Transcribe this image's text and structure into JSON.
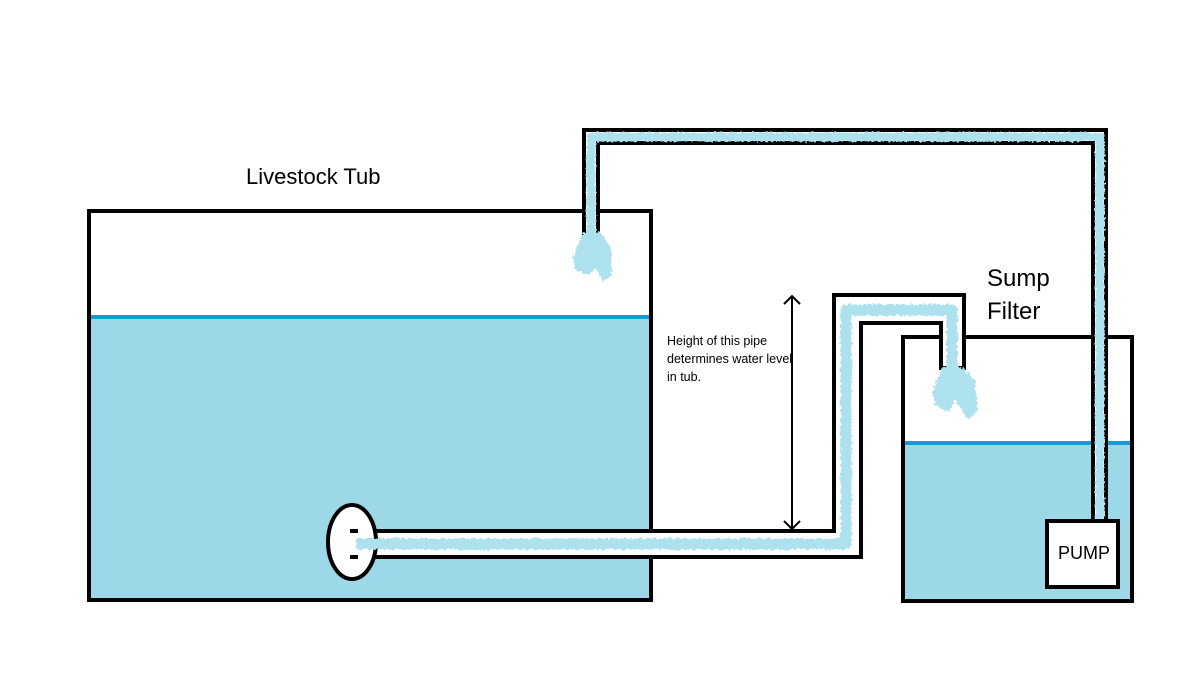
{
  "labels": {
    "tub": "Livestock Tub",
    "sump_line1": "Sump",
    "sump_line2": "Filter",
    "note": "Height of this pipe determines water level in tub.",
    "pump": "PUMP"
  },
  "colors": {
    "water_fill": "#9dd8e9",
    "water_line": "#1899d8",
    "flow": "#aee1ee",
    "outline": "#000000",
    "background": "#ffffff"
  }
}
